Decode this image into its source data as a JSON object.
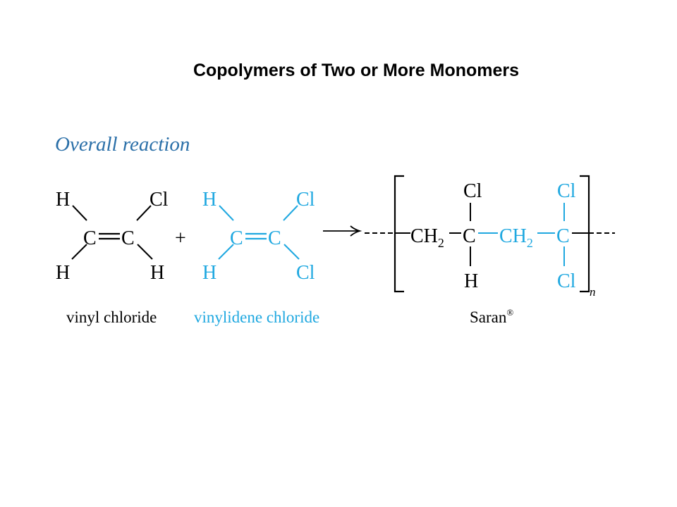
{
  "slide": {
    "title": "Copolymers of Two or More Monomers",
    "section_heading": "Overall reaction"
  },
  "colors": {
    "black": "#000000",
    "cyan": "#1fa8e0",
    "heading_blue": "#2a6fa8"
  },
  "reaction": {
    "monomer1": {
      "name": "vinyl chloride",
      "atoms": {
        "h_top_left": "H",
        "cl_top_right": "Cl",
        "c_left": "C",
        "c_right": "C",
        "h_bottom_left": "H",
        "h_bottom_right": "H"
      }
    },
    "plus": "+",
    "monomer2": {
      "name": "vinylidene chloride",
      "atoms": {
        "h_top_left": "H",
        "cl_top_right": "Cl",
        "c_left": "C",
        "c_right": "C",
        "h_bottom_left": "H",
        "cl_bottom_right": "Cl"
      }
    },
    "arrow": "⟶",
    "product": {
      "name": "Saran",
      "name_mark": "®",
      "repeat_subscript": "n",
      "atoms": {
        "ch2_first": "CH",
        "ch2_first_sub": "2",
        "c_center": "C",
        "cl_top_center": "Cl",
        "h_bottom_center": "H",
        "ch2_second": "CH",
        "ch2_second_sub": "2",
        "c_right": "C",
        "cl_top_right": "Cl",
        "cl_bottom_right": "Cl"
      }
    }
  }
}
